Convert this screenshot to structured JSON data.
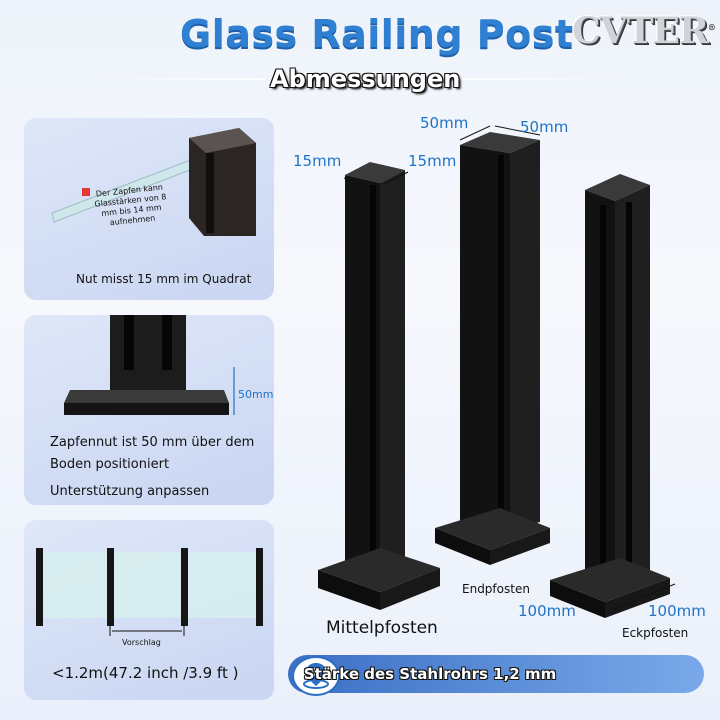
{
  "header": {
    "title": "Glass Railing Post",
    "subtitle": "Abmessungen",
    "logo": "CVTER",
    "logo_mark": "®"
  },
  "panel1": {
    "note_line1": "Der Zapfen kann",
    "note_line2": "Glasstärken von 8",
    "note_line3": "mm bis 14 mm aufnehmen",
    "caption": "Nut misst 15 mm im Quadrat"
  },
  "panel2": {
    "dim": "50mm",
    "caption_line1": "Zapfennut ist 50 mm über dem",
    "caption_line2": "Boden positioniert",
    "caption_line3": "Unterstützung anpassen"
  },
  "panel3": {
    "spacing_label": "Vorschlag",
    "caption": "<1.2m(47.2 inch /3.9 ft )"
  },
  "posts": {
    "middle": {
      "label": "Mittelpfosten",
      "dim_left": "15mm",
      "dim_right": "15mm"
    },
    "end": {
      "label": "Endpfosten",
      "dim_left": "50mm",
      "dim_right": "50mm"
    },
    "corner": {
      "label": "Eckpfosten",
      "dim_left": "100mm",
      "dim_right": "100mm"
    }
  },
  "footer": {
    "text": "Stärke des Stahlrohrs 1,2 mm",
    "icon": "location-pin-icon"
  },
  "colors": {
    "title_blue": "#2f7fd3",
    "dimension_blue": "#1f73c7",
    "post_black": "#141414",
    "panel_bg": "#d4def5",
    "footer_bar": "#3b6fc4"
  }
}
